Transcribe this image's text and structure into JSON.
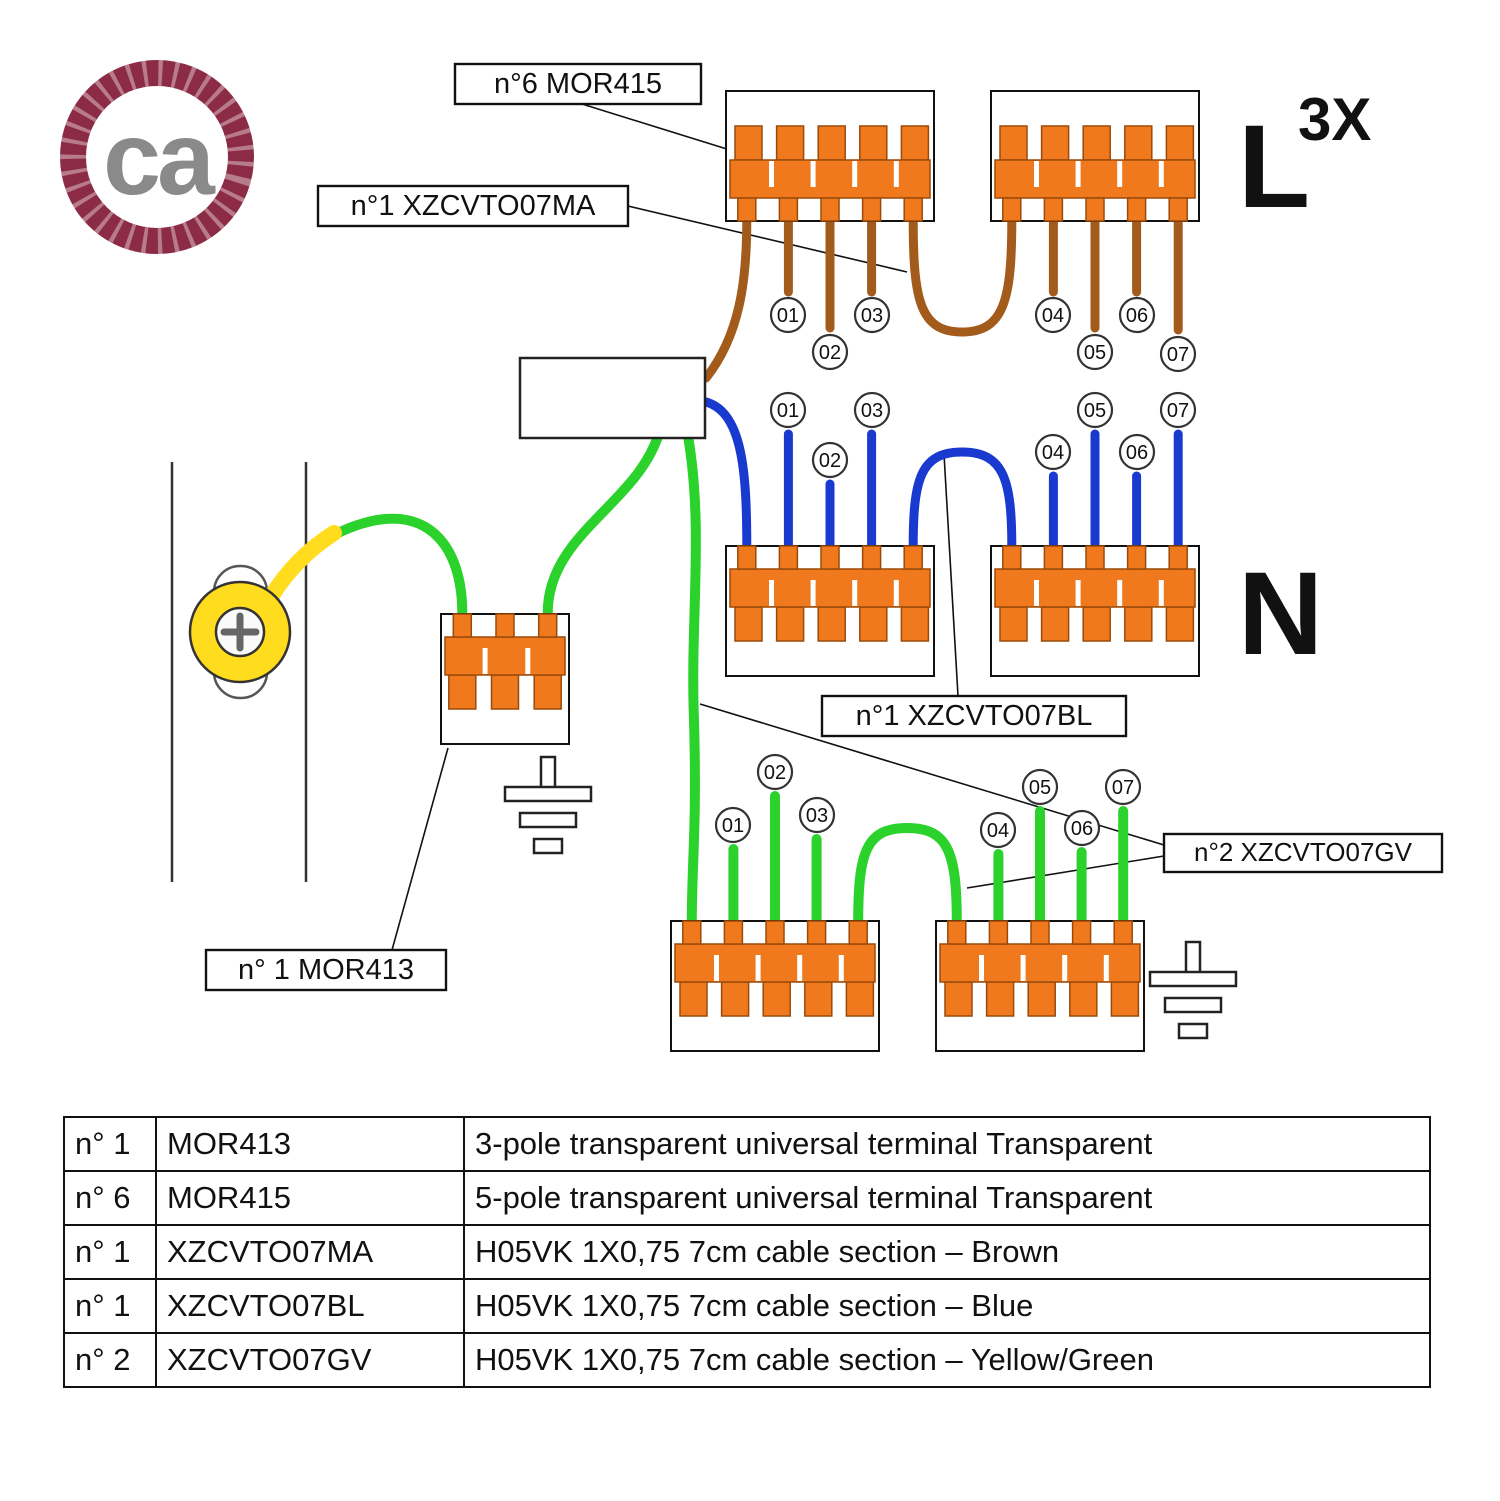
{
  "logo": {
    "text": "ca"
  },
  "line_labels": {
    "l": "L",
    "multiplier": "3X",
    "n": "N"
  },
  "callouts": {
    "mor415": "n°6 MOR415",
    "xzcvto07ma": "n°1 XZCVTO07MA",
    "xzcvto07bl": "n°1 XZCVTO07BL",
    "xzcvto07gv": "n°2 XZCVTO07GV",
    "mor413": "n° 1  MOR413"
  },
  "wire_numbers": {
    "brown": [
      "01",
      "02",
      "03",
      "04",
      "05",
      "06",
      "07"
    ],
    "blue": [
      "01",
      "02",
      "03",
      "04",
      "05",
      "06",
      "07"
    ],
    "green": [
      "01",
      "02",
      "03",
      "04",
      "05",
      "06",
      "07"
    ]
  },
  "colors": {
    "terminal_orange": "#F0791E",
    "wire_brown": "#A35B1C",
    "wire_blue": "#1939CF",
    "wire_green": "#2BD22B",
    "sleeve_yellow": "#FFDD1E",
    "logo_ring": "#8C2B45",
    "logo_text": "#8A8A8A"
  },
  "bom_table": {
    "rows": [
      {
        "qty": "n° 1",
        "code": "MOR413",
        "desc": "3-pole transparent universal terminal Transparent"
      },
      {
        "qty": "n° 6",
        "code": "MOR415",
        "desc": "5-pole transparent universal terminal Transparent"
      },
      {
        "qty": "n° 1",
        "code": "XZCVTO07MA",
        "desc": "H05VK 1X0,75 7cm cable section – Brown"
      },
      {
        "qty": "n° 1",
        "code": "XZCVTO07BL",
        "desc": "H05VK 1X0,75 7cm cable section – Blue"
      },
      {
        "qty": "n° 2",
        "code": "XZCVTO07GV",
        "desc": "H05VK 1X0,75 7cm cable section – Yellow/Green"
      }
    ]
  }
}
